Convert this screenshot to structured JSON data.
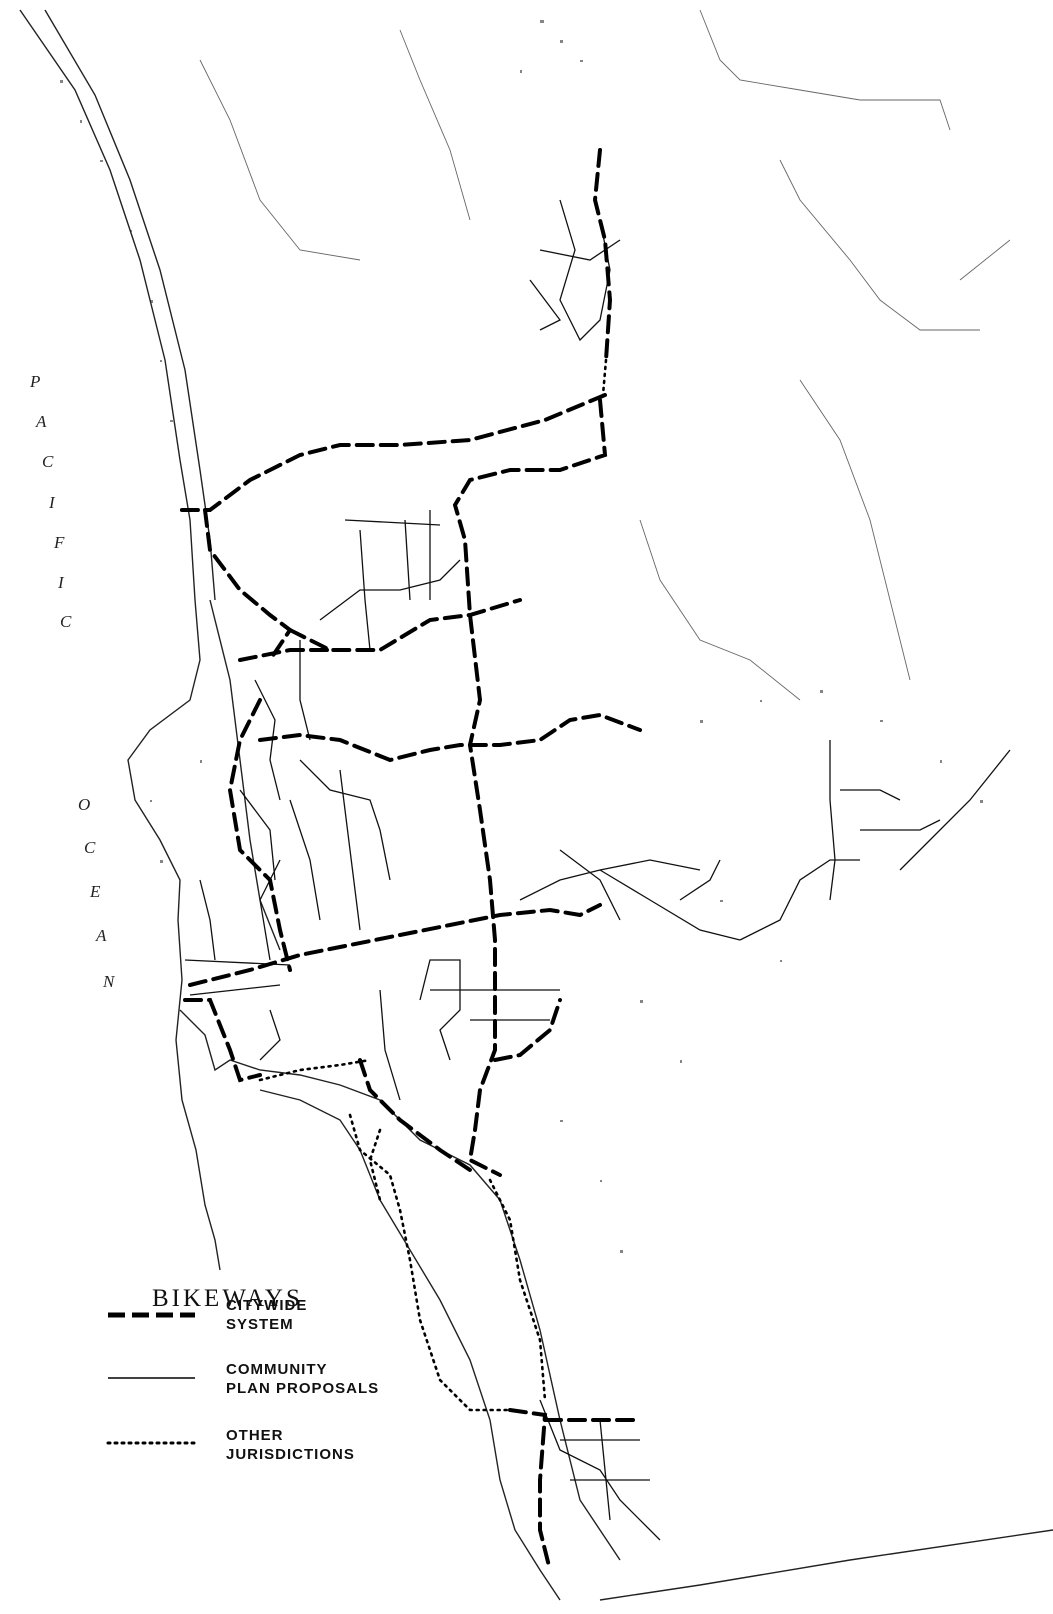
{
  "map": {
    "ocean_label_word1": [
      "P",
      "A",
      "C",
      "I",
      "F",
      "I",
      "C"
    ],
    "ocean_label_word2": [
      "O",
      "C",
      "E",
      "A",
      "N"
    ],
    "legend": {
      "title": "BIKEWAYS",
      "items": [
        {
          "line1": "CITYWIDE",
          "line2": "SYSTEM",
          "style": "dashed-heavy"
        },
        {
          "line1": "COMMUNITY",
          "line2": "PLAN  PROPOSALS",
          "style": "solid-thin"
        },
        {
          "line1": "OTHER",
          "line2": "JURISDICTIONS",
          "style": "dotted"
        }
      ]
    },
    "colors": {
      "ink": "#111111",
      "paper": "#ffffff"
    }
  }
}
